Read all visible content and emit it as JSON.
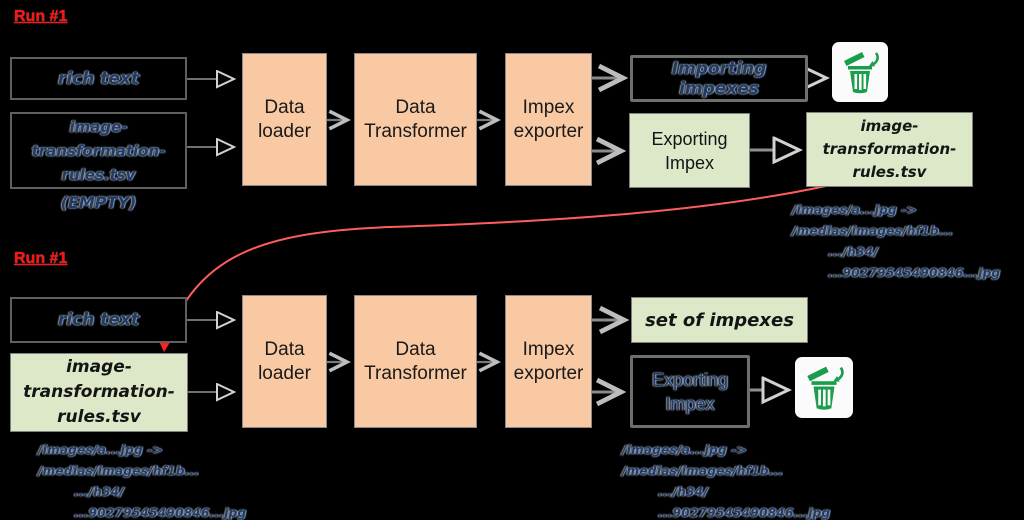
{
  "colors": {
    "background": "#000000",
    "orange_fill": "#F8C9A2",
    "green_fill": "#DCE8C8",
    "run_label_red": "#FF1414",
    "red_arrow": "#FF5C5C",
    "trash_green": "#1B9E4B",
    "connector_gray": "#7A7A7A"
  },
  "run1": {
    "label": "Run #1",
    "inputs": {
      "rich_text": "rich text",
      "tsv": [
        "image-",
        "transformation-",
        "rules.tsv"
      ],
      "tsv_note": "(EMPTY)"
    },
    "stages": {
      "loader": "Data loader",
      "transformer": "Data Transformer",
      "exporter": "Impex exporter"
    },
    "outputs": {
      "importing": "Importing impexes",
      "exporting": "Exporting Impex",
      "tsv": [
        "image-",
        "transformation-",
        "rules.tsv"
      ]
    },
    "icons": {
      "trash": "trash-icon"
    },
    "path_note": [
      "/images/a...jpg ->",
      "/medias/images/hf1b...",
      ".../h34/",
      "...90279545490846...jpg"
    ]
  },
  "run2": {
    "label": "Run #1",
    "inputs": {
      "rich_text": "rich text",
      "tsv": [
        "image-",
        "transformation-",
        "rules.tsv"
      ]
    },
    "stages": {
      "loader": "Data loader",
      "transformer": "Data Transformer",
      "exporter": "Impex exporter"
    },
    "outputs": {
      "set_of_impexes": "set of impexes",
      "exporting": "Exporting Impex"
    },
    "icons": {
      "trash": "trash-icon"
    },
    "path_note_left": [
      "/images/a...jpg ->",
      "/medias/images/hf1b...",
      ".../h34/",
      "...90279545490846...jpg"
    ],
    "path_note_right": [
      "/images/a...jpg ->",
      "/medias/images/hf1b...",
      ".../h34/",
      "...90279545490846...jpg"
    ]
  }
}
